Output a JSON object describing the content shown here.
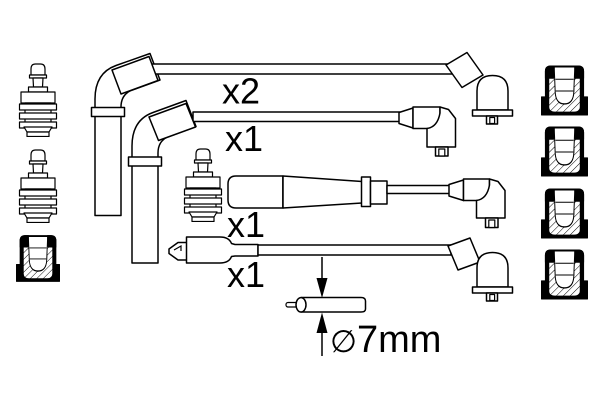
{
  "diagram": {
    "title": "ignition-cable-set-diagram",
    "background": "#ffffff",
    "line_color": "#000000",
    "labels": {
      "cable1_qty": "x2",
      "cable2_qty": "x1",
      "cable3_qty": "x1",
      "cable4_qty": "x1"
    },
    "dimension": {
      "symbol": "∅",
      "value": "7mm"
    },
    "parts": {
      "plug_boot_icon": "spark-plug-boot-icon",
      "dist_boot_icon": "distributor-boot-icon",
      "plug_boot_count": 3,
      "dist_boot_count": 5,
      "cable_count": 4
    }
  }
}
